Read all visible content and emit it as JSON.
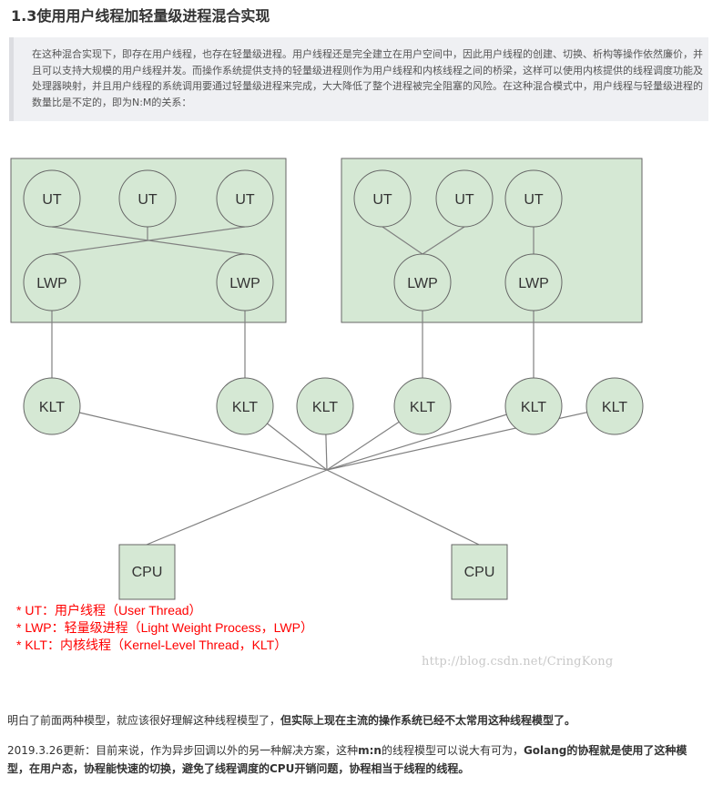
{
  "heading": "1.3使用用户线程加轻量级进程混合实现",
  "quote": "在这种混合实现下，即存在用户线程，也存在轻量级进程。用户线程还是完全建立在用户空间中，因此用户线程的创建、切换、析构等操作依然廉价，并且可以支持大规模的用户线程并发。而操作系统提供支持的轻量级进程则作为用户线程和内核线程之间的桥梁，这样可以使用内核提供的线程调度功能及处理器映射，并且用户线程的系统调用要通过轻量级进程来完成，大大降低了整个进程被完全阻塞的风险。在这种混合模式中，用户线程与轻量级进程的数量比是不定的，即为N:M的关系：",
  "diagram": {
    "ut_label": "UT",
    "lwp_label": "LWP",
    "klt_label": "KLT",
    "cpu_label": "CPU",
    "colors": {
      "node_fill": "#d5e8d4",
      "stroke": "#666666",
      "line": "#808080"
    }
  },
  "legend": [
    "* UT：用户线程（User Thread）",
    "* LWP：轻量级进程（Light Weight Process，LWP）",
    "* KLT：内核线程（Kernel-Level Thread，KLT）"
  ],
  "watermark": "http://blog.csdn.net/CringKong",
  "paragraph1": {
    "normal": "明白了前面两种模型，就应该很好理解这种线程模型了，",
    "bold": "但实际上现在主流的操作系统已经不太常用这种线程模型了。"
  },
  "paragraph2": {
    "part1": "2019.3.26更新：目前来说，作为异步回调以外的另一种解决方案，这种",
    "part2_bold": "m:n",
    "part3": "的线程模型可以说大有可为，",
    "part4_bold": "Golang的协程就是使用了这种模型，在用户态，协程能快速的切换，避免了线程调度的CPU开销问题，协程相当于线程的线程。"
  }
}
